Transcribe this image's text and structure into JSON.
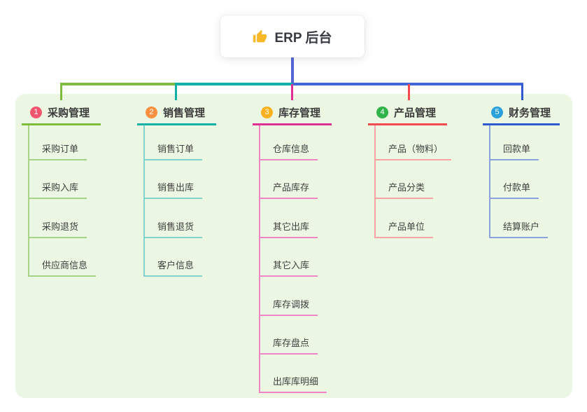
{
  "root": {
    "title": "ERP 后台",
    "icon": "thumbs-up-icon",
    "icon_color": "#f7b928",
    "box_color": "#ffffff",
    "stem_color": "#5565d6"
  },
  "panel": {
    "background_color": "#ebf7e3"
  },
  "branches": [
    {
      "index": "1",
      "label": "采购管理",
      "badge_color": "#f2566e",
      "line_color": "#7dbc3c",
      "line_color_light": "#a8d287",
      "children": [
        "采购订单",
        "采购入库",
        "采购退货",
        "供应商信息"
      ]
    },
    {
      "index": "2",
      "label": "销售管理",
      "badge_color": "#f9903f",
      "line_color": "#12b1a7",
      "line_color_light": "#7fd3cc",
      "children": [
        "销售订单",
        "销售出库",
        "销售退货",
        "客户信息"
      ]
    },
    {
      "index": "3",
      "label": "库存管理",
      "badge_color": "#fbb11b",
      "line_color": "#e02e97",
      "line_color_light": "#ee86c6",
      "children": [
        "仓库信息",
        "产品库存",
        "其它出库",
        "其它入库",
        "库存调拨",
        "库存盘点",
        "出库库明细"
      ]
    },
    {
      "index": "4",
      "label": "产品管理",
      "badge_color": "#30b34b",
      "line_color": "#f6494e",
      "line_color_light": "#f9a3a4",
      "children": [
        "产品（物料）",
        "产品分类",
        "产品单位"
      ]
    },
    {
      "index": "5",
      "label": "财务管理",
      "badge_color": "#2aa1db",
      "line_color": "#2f5ad0",
      "line_color_light": "#8da2dd",
      "children": [
        "回款单",
        "付款单",
        "结算账户"
      ]
    }
  ]
}
